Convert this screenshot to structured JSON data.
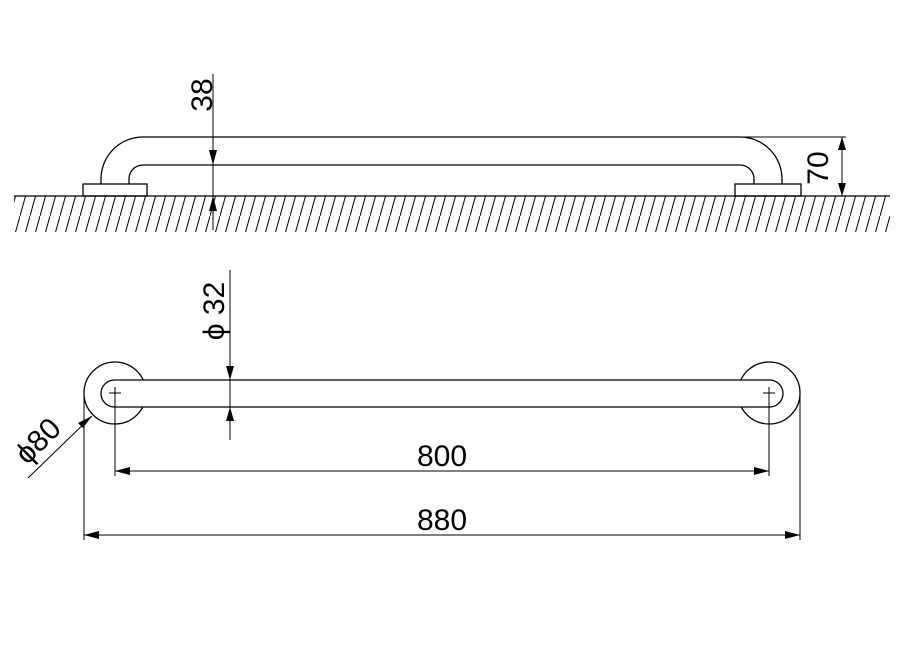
{
  "dimensions": {
    "bar_clearance": "38",
    "projection": "70",
    "tube_diameter": "ϕ 32",
    "flange_diameter": "ϕ80",
    "center_distance": "800",
    "overall_length": "880"
  },
  "colors": {
    "line": "#000000",
    "background": "#ffffff"
  }
}
